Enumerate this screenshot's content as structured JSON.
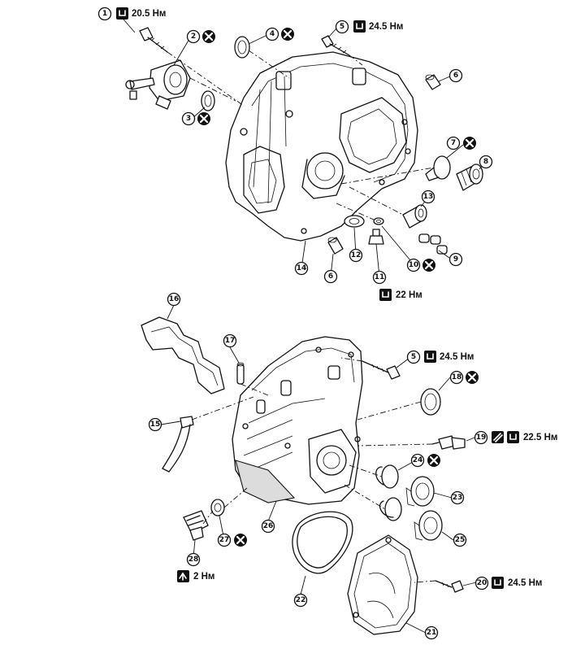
{
  "callouts": {
    "c1": "1",
    "c2": "2",
    "c3": "3",
    "c4": "4",
    "c5a": "5",
    "c5b": "5",
    "c6a": "6",
    "c6b": "6",
    "c7": "7",
    "c8": "8",
    "c9": "9",
    "c10": "10",
    "c11": "11",
    "c12": "12",
    "c13": "13",
    "c14": "14",
    "c15": "15",
    "c16": "16",
    "c17": "17",
    "c18": "18",
    "c19": "19",
    "c20": "20",
    "c21": "21",
    "c22": "22",
    "c23": "23",
    "c24": "24",
    "c25": "25",
    "c26": "26",
    "c27": "27",
    "c28": "28"
  },
  "torques": {
    "t1": "20.5 Нм",
    "t5a": "24.5 Нм",
    "t11": "22 Нм",
    "t5b": "24.5 Нм",
    "t19": "22.5 Нм",
    "t20": "24.5 Нм",
    "t28": "2 Нм"
  },
  "icons": {
    "torque": "torque-wrench-icon",
    "replace": "do-not-reuse-x-icon",
    "sealant": "sealant-icon",
    "hand_tighten": "hand-tighten-icon"
  }
}
